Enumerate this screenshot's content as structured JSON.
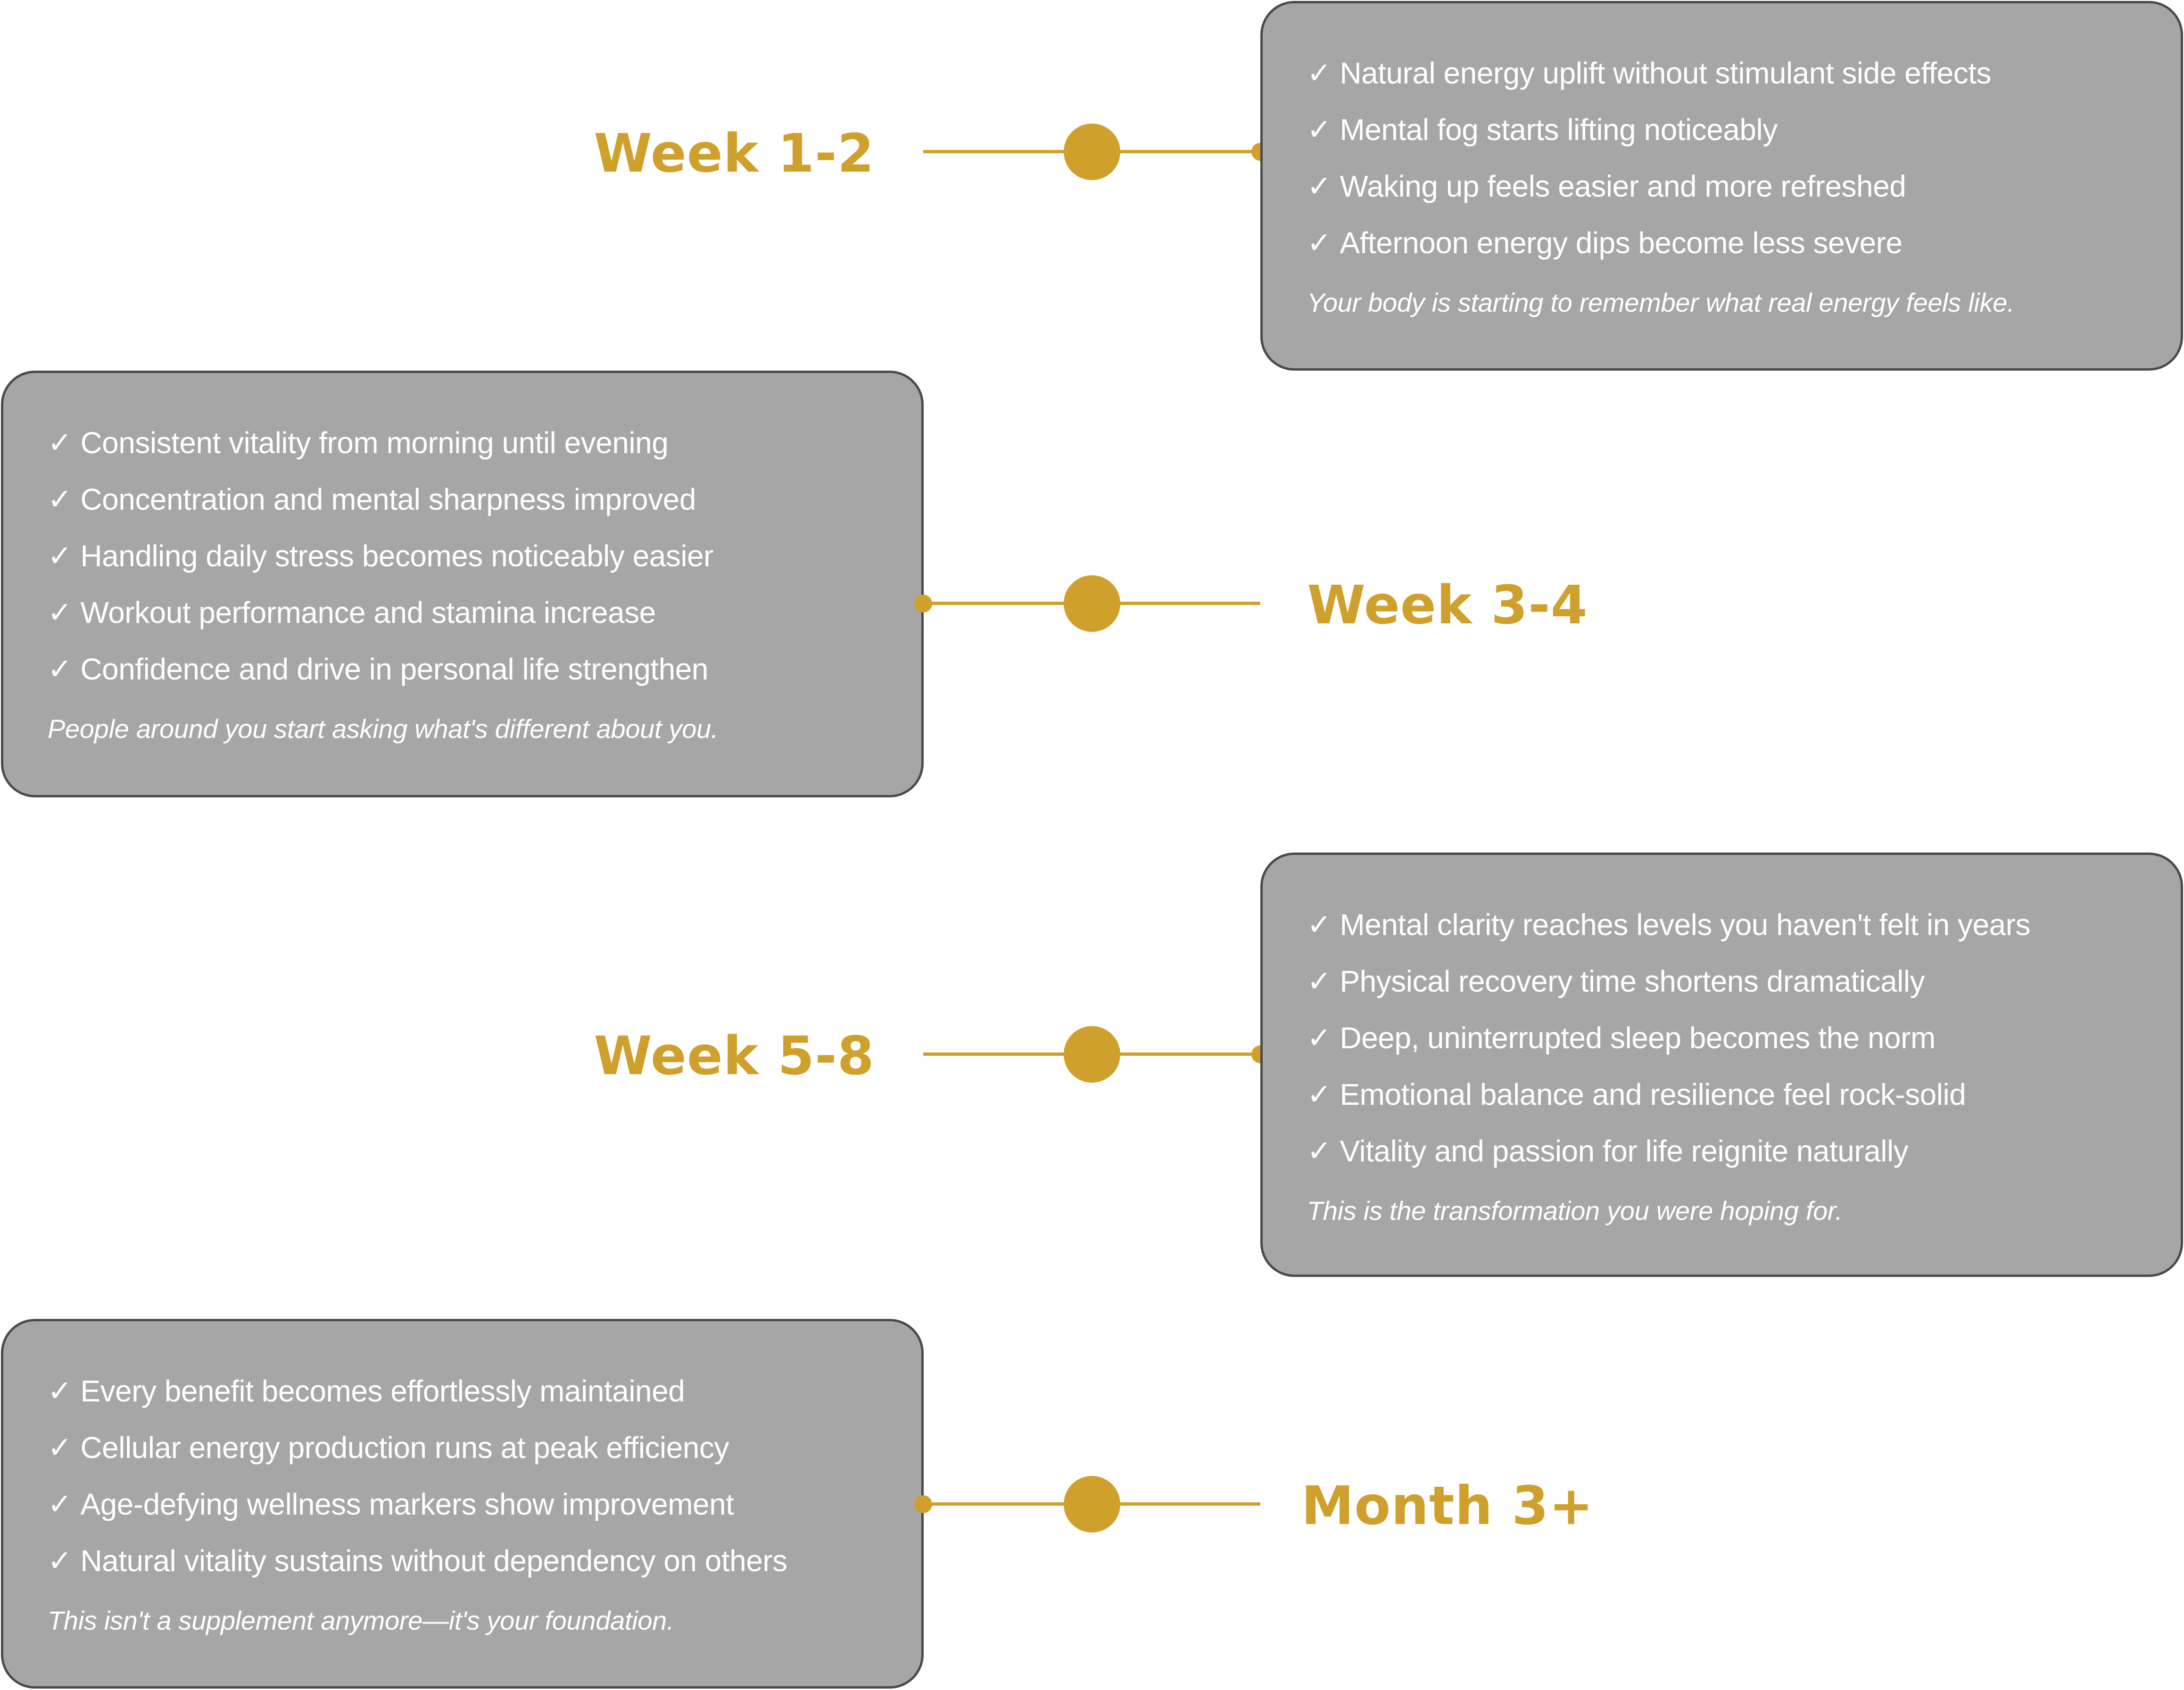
{
  "accent_color": "#d0a02c",
  "card_color": "#a6a6a6",
  "check_icon": "check-icon",
  "milestones": [
    {
      "label": "Week 1-2",
      "items": [
        "Natural energy uplift without stimulant side effects",
        "Mental fog starts lifting noticeably",
        "Waking up feels easier and more refreshed",
        "Afternoon energy dips become less severe"
      ],
      "note": "Your body is starting to remember what real energy feels like."
    },
    {
      "label": "Week 3-4",
      "items": [
        "Consistent vitality from morning until evening",
        "Concentration and mental sharpness improved",
        "Handling daily stress becomes noticeably easier",
        "Workout performance and stamina increase",
        "Confidence and drive in personal life strengthen"
      ],
      "note": "People around you start asking what's different about you."
    },
    {
      "label": "Week 5-8",
      "items": [
        "Mental clarity reaches levels you haven't felt in years",
        "Physical recovery time shortens dramatically",
        "Deep, uninterrupted sleep becomes the norm",
        "Emotional balance and resilience feel rock-solid",
        "Vitality and passion for life reignite naturally"
      ],
      "note": "This is the transformation you were hoping for."
    },
    {
      "label": "Month 3+",
      "items": [
        "Every benefit becomes effortlessly maintained",
        "Cellular energy production runs at peak efficiency",
        "Age-defying wellness markers show improvement",
        "Natural vitality sustains without dependency on others"
      ],
      "note": "This isn't a supplement anymore—it's your foundation."
    }
  ]
}
